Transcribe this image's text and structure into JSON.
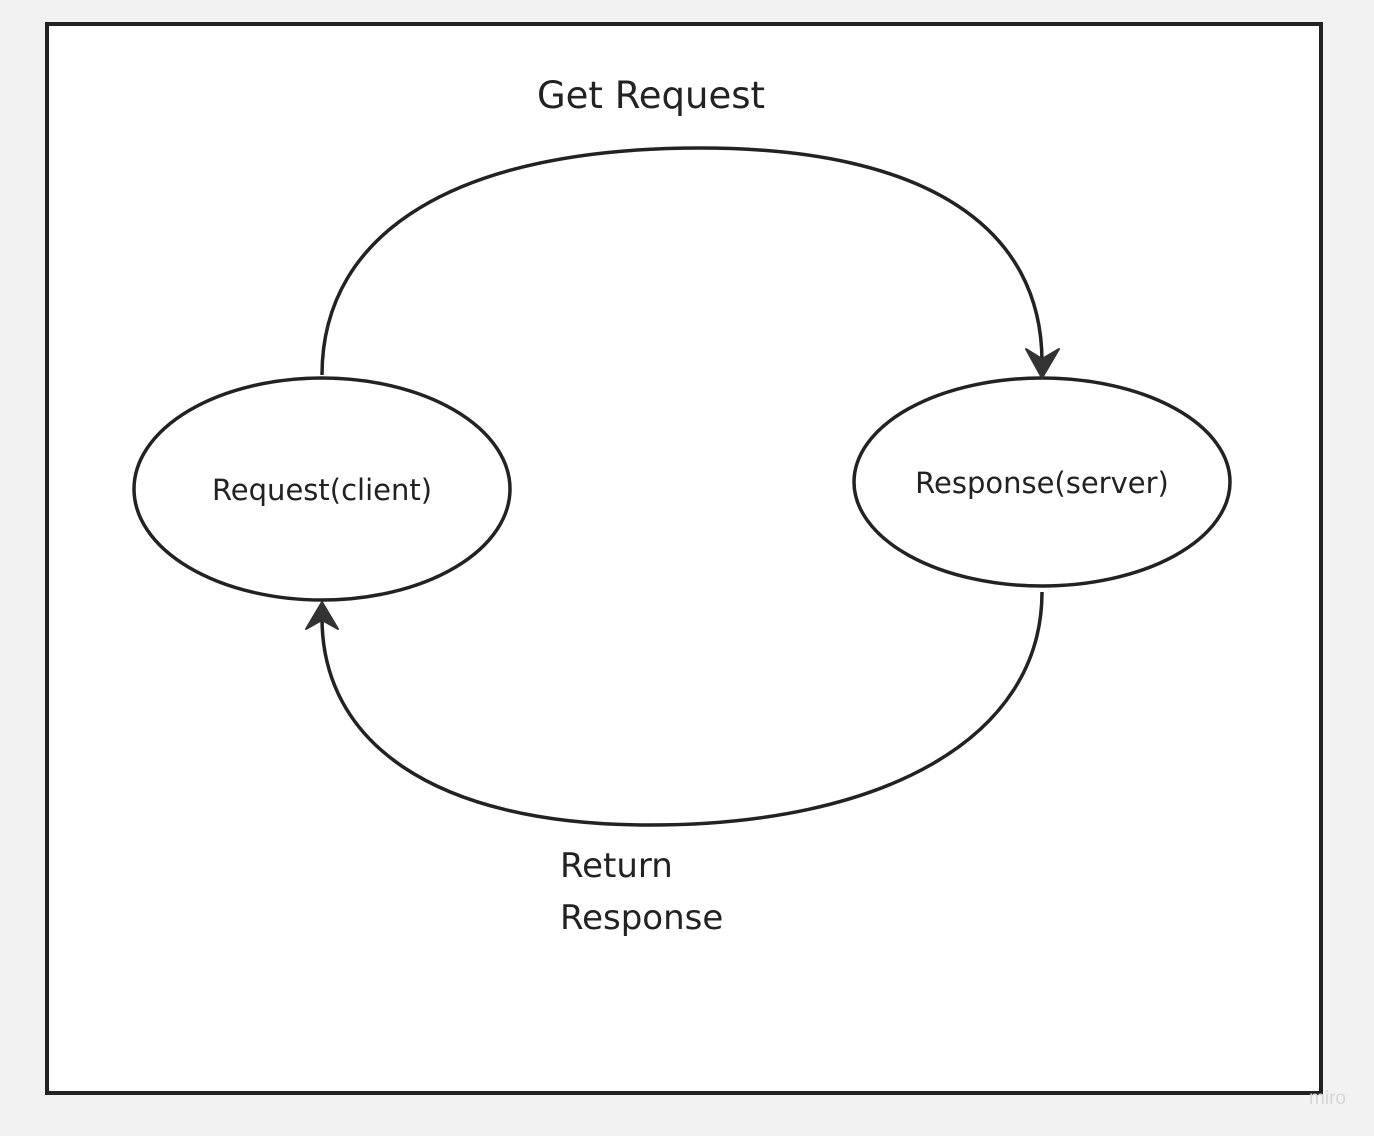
{
  "diagram": {
    "nodes": [
      {
        "id": "client",
        "label": "Request(client)"
      },
      {
        "id": "server",
        "label": "Response(server)"
      }
    ],
    "edges": [
      {
        "from": "client",
        "to": "server",
        "label": "Get Request"
      },
      {
        "from": "server",
        "to": "client",
        "label_lines": [
          "Return",
          "Response"
        ]
      }
    ],
    "colors": {
      "stroke": "#222222",
      "background": "#ffffff",
      "canvas": "#f2f2f2"
    }
  },
  "watermark": "miro"
}
